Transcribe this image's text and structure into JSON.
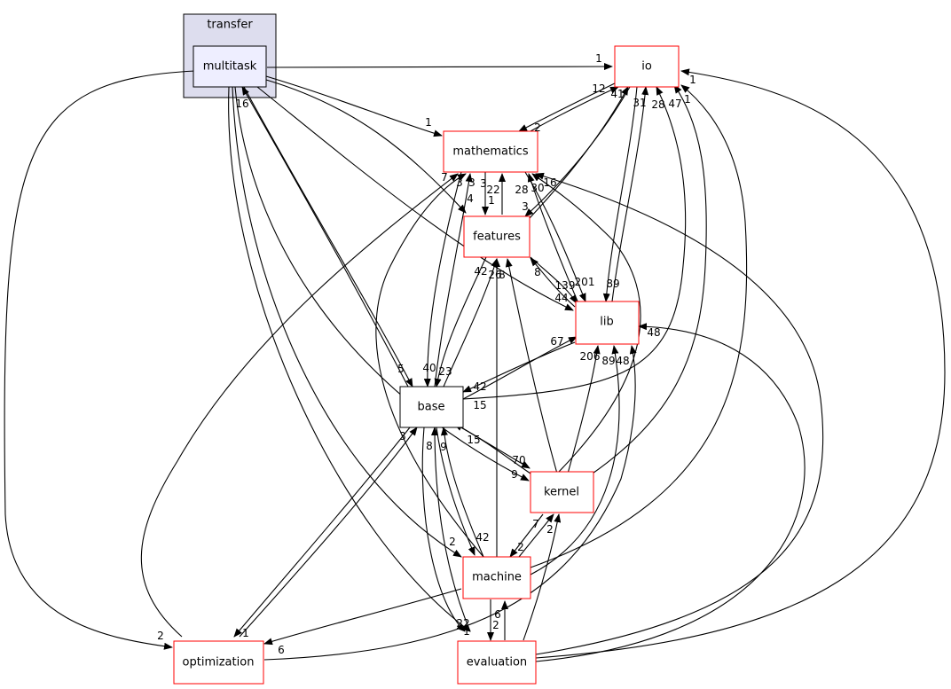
{
  "cluster": {
    "label": "transfer"
  },
  "nodes": {
    "multitask": "multitask",
    "io": "io",
    "mathematics": "mathematics",
    "features": "features",
    "lib": "lib",
    "base": "base",
    "kernel": "kernel",
    "machine": "machine",
    "optimization": "optimization",
    "evaluation": "evaluation"
  },
  "edge_labels": {
    "l01": "1",
    "l02": "12",
    "l03": "41",
    "l04": "31",
    "l05": "28",
    "l06": "47",
    "l07": "1",
    "l08": "1",
    "l09": "1",
    "l10": "2",
    "l11": "16",
    "l12": "7",
    "l13": "3",
    "l14": "3",
    "l15": "22",
    "l16": "1",
    "l17": "28",
    "l18": "30",
    "l19": "16",
    "l20": "4",
    "l21": "3",
    "l22": "3",
    "l23": "8",
    "l24": "42",
    "l25": "26",
    "l26": "8",
    "l27": "139",
    "l28": "201",
    "l29": "89",
    "l30": "44",
    "l31": "48",
    "l32": "67",
    "l33": "206",
    "l34": "89",
    "l35": "48",
    "l36": "5",
    "l37": "40",
    "l38": "23",
    "l39": "42",
    "l40": "15",
    "l41": "3",
    "l42": "8",
    "l43": "9",
    "l44": "15",
    "l45": "70",
    "l46": "9",
    "l47": "7",
    "l48": "2",
    "l49": "2",
    "l50": "42",
    "l51": "2",
    "l52": "1",
    "l53": "2",
    "l54": "6",
    "l55": "22",
    "l56": "6",
    "l57": "2",
    "l58": "1"
  }
}
